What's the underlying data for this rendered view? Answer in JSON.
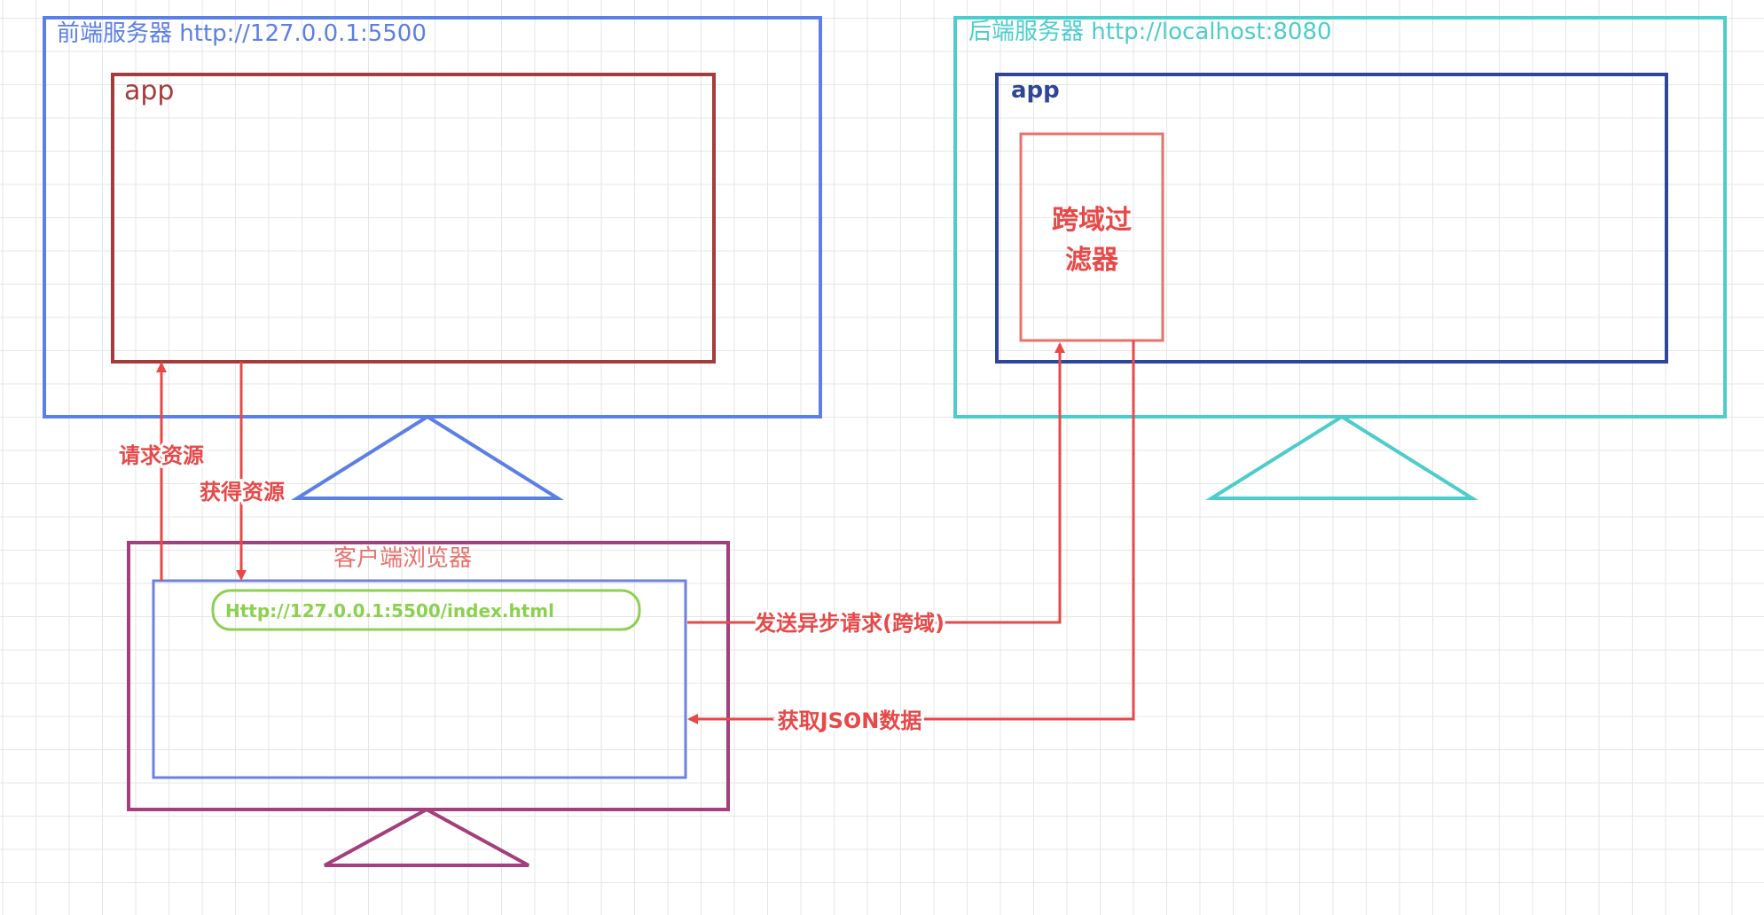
{
  "frontend_server": {
    "title": "前端服务器 http://127.0.0.1:5500",
    "app_label": "app"
  },
  "backend_server": {
    "title": "后端服务器 http://localhost:8080",
    "app_label": "app",
    "filter_line1": "跨域过",
    "filter_line2": "滤器"
  },
  "client_browser": {
    "title": "客户端浏览器",
    "url": "Http://127.0.0.1:5500/index.html"
  },
  "arrows": {
    "request_resource": "请求资源",
    "get_resource": "获得资源",
    "async_request": "发送异步请求(跨域)",
    "get_json": "获取JSON数据"
  },
  "colors": {
    "frontend_blue": "#5b7fe6",
    "app_dark_red": "#a33c3c",
    "backend_teal": "#4dcccc",
    "backend_app_navy": "#2e4599",
    "filter_salmon": "#e8726c",
    "arrow_red": "#e84848",
    "browser_purple": "#a33f7c",
    "browser_inner_blue": "#6b82e0",
    "url_green": "#8bd14f"
  }
}
